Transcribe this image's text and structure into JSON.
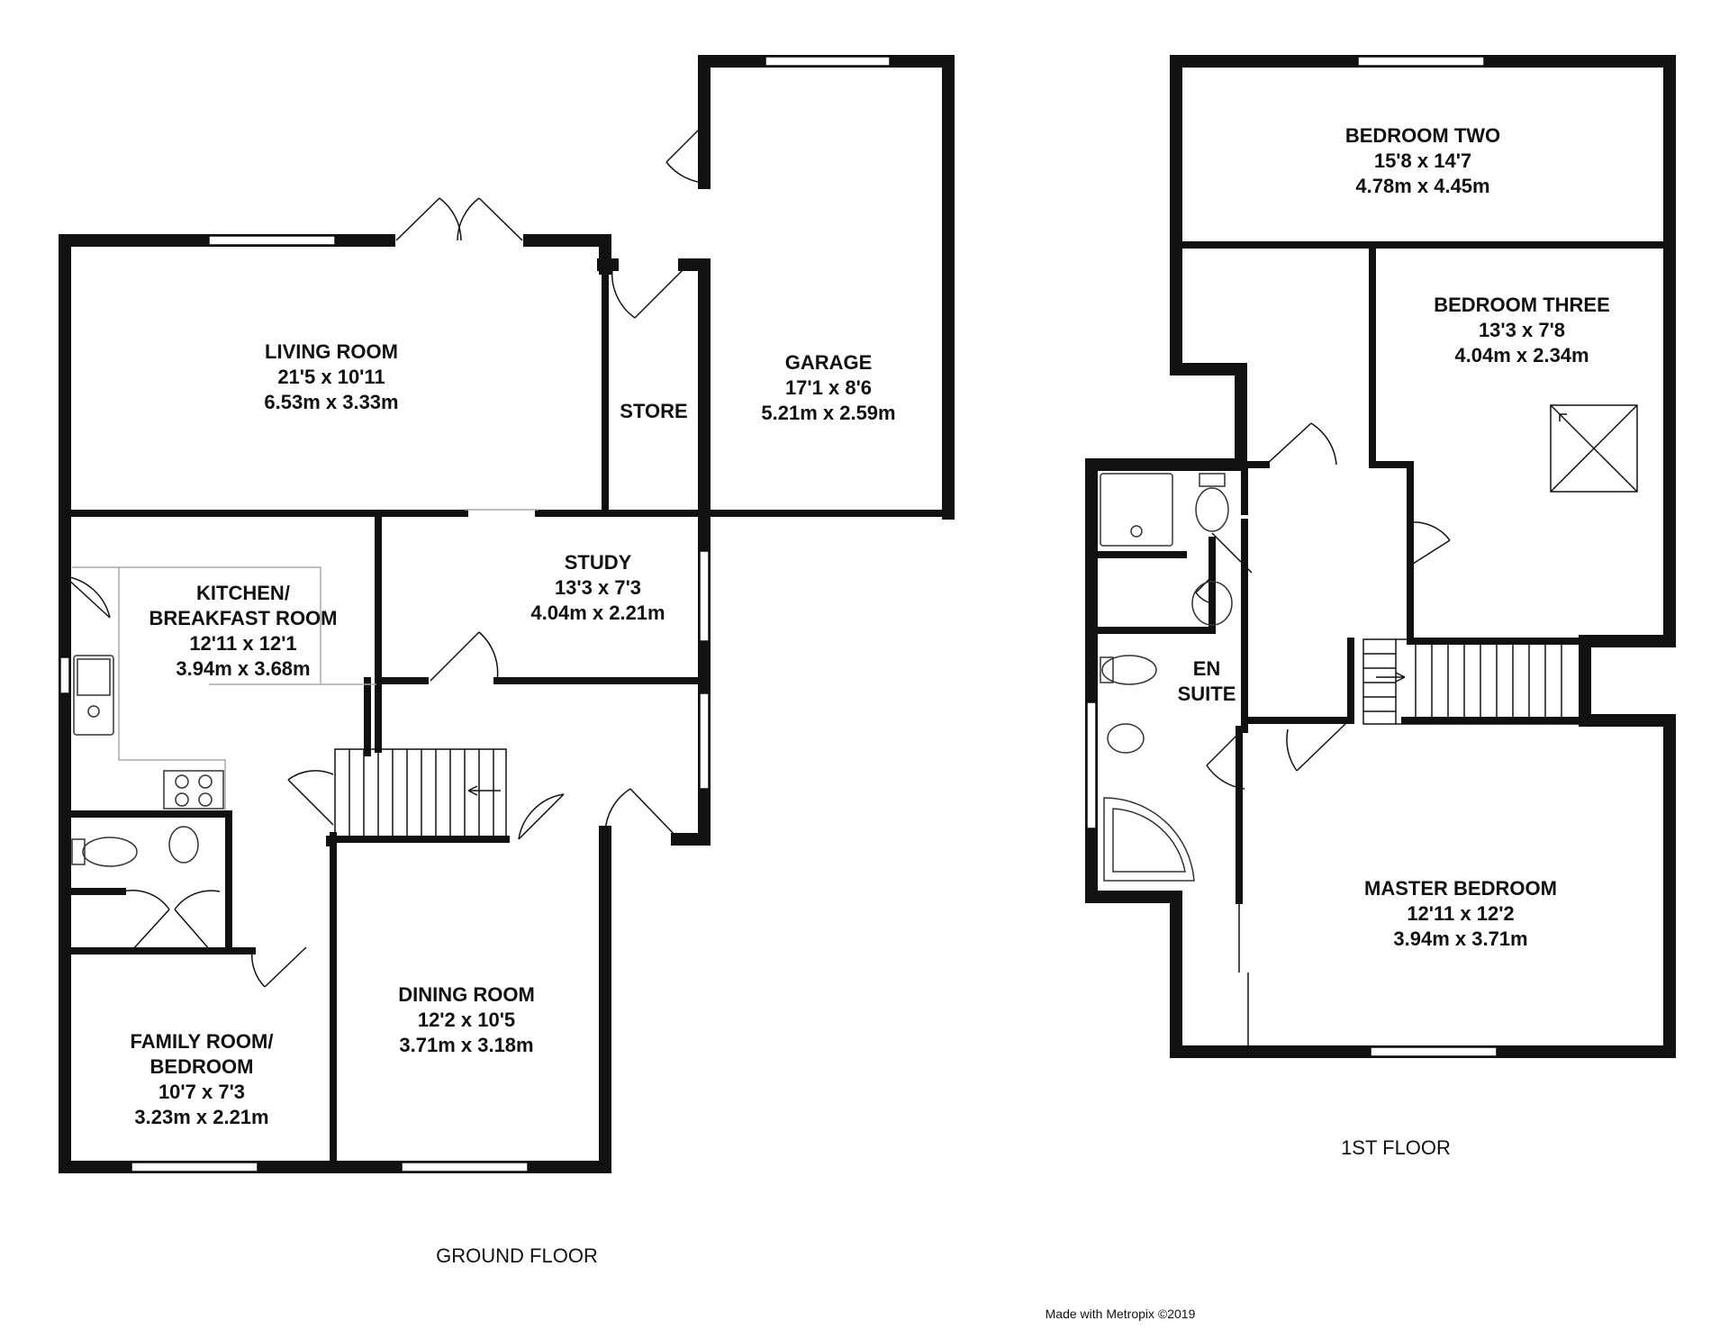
{
  "ground_floor": {
    "label": "GROUND FLOOR",
    "rooms": [
      {
        "id": "living-room",
        "name": "LIVING ROOM",
        "imperial": "21'5 x 10'11",
        "metric": "6.53m x 3.33m"
      },
      {
        "id": "store",
        "name": "STORE"
      },
      {
        "id": "garage",
        "name": "GARAGE",
        "imperial": "17'1 x 8'6",
        "metric": "5.21m x 2.59m"
      },
      {
        "id": "kitchen",
        "name": "KITCHEN/",
        "name2": "BREAKFAST ROOM",
        "imperial": "12'11 x 12'1",
        "metric": "3.94m x 3.68m"
      },
      {
        "id": "study",
        "name": "STUDY",
        "imperial": "13'3 x 7'3",
        "metric": "4.04m x 2.21m"
      },
      {
        "id": "dining-room",
        "name": "DINING ROOM",
        "imperial": "12'2 x 10'5",
        "metric": "3.71m x 3.18m"
      },
      {
        "id": "family-room",
        "name": "FAMILY ROOM/",
        "name2": "BEDROOM",
        "imperial": "10'7 x 7'3",
        "metric": "3.23m x 2.21m"
      }
    ]
  },
  "first_floor": {
    "label": "1ST FLOOR",
    "rooms": [
      {
        "id": "bedroom-two",
        "name": "BEDROOM TWO",
        "imperial": "15'8 x 14'7",
        "metric": "4.78m x 4.45m"
      },
      {
        "id": "bedroom-three",
        "name": "BEDROOM THREE",
        "imperial": "13'3 x 7'8",
        "metric": "4.04m x 2.34m"
      },
      {
        "id": "en-suite",
        "name": "EN",
        "name2": "SUITE"
      },
      {
        "id": "master-bedroom",
        "name": "MASTER BEDROOM",
        "imperial": "12'11 x 12'2",
        "metric": "3.94m x 3.71m"
      }
    ]
  },
  "credit": "Made with Metropix ©2019"
}
